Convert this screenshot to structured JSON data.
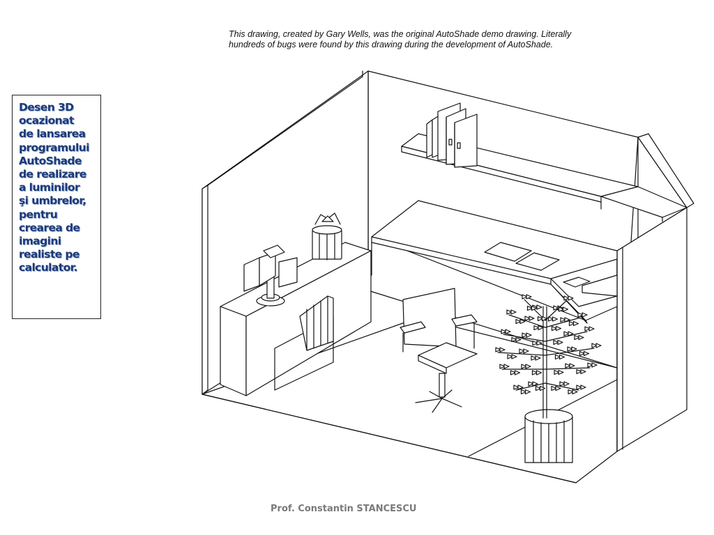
{
  "caption": {
    "line1": "This drawing, created by Gary Wells, was the original AutoShade demo drawing.  Literally",
    "line2": "hundreds of bugs were found by this drawing during the development of AutoShade."
  },
  "side_note": {
    "lines": [
      "Desen 3D",
      "ocazionat",
      "de lansarea",
      "programului",
      "AutoShade",
      "de realizare",
      "a luminilor",
      "şi umbrelor,",
      "pentru",
      "crearea de",
      "imagini",
      "realiste pe",
      "calculator."
    ]
  },
  "author": "Prof. Constantin STANCESCU",
  "colors": {
    "side_note_text": "#1d3a78",
    "side_note_shadow": "#9bb0d3",
    "author_text": "#7a7a7a",
    "line_art": "#111111"
  }
}
